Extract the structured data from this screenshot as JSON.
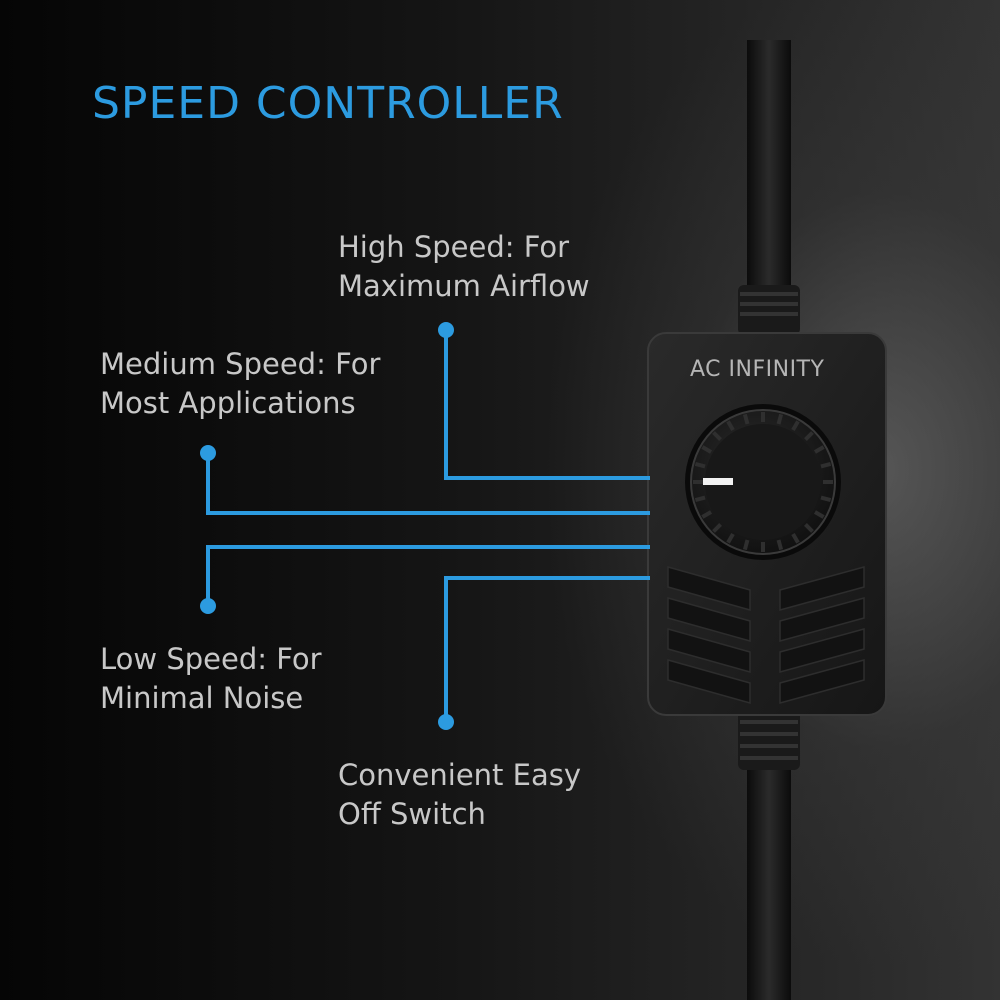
{
  "title": "SPEED CONTROLLER",
  "brand": "AC INFINITY",
  "callouts": {
    "high": {
      "line1": "High Speed: For",
      "line2": "Maximum Airflow"
    },
    "medium": {
      "line1": "Medium Speed: For",
      "line2": "Most Applications"
    },
    "low": {
      "line1": "Low Speed: For",
      "line2": "Minimal Noise"
    },
    "off": {
      "line1": "Convenient Easy",
      "line2": "Off Switch"
    }
  },
  "colors": {
    "accent": "#2c9be0",
    "text": "#c8c8c8",
    "device": "#1e1e1e"
  }
}
